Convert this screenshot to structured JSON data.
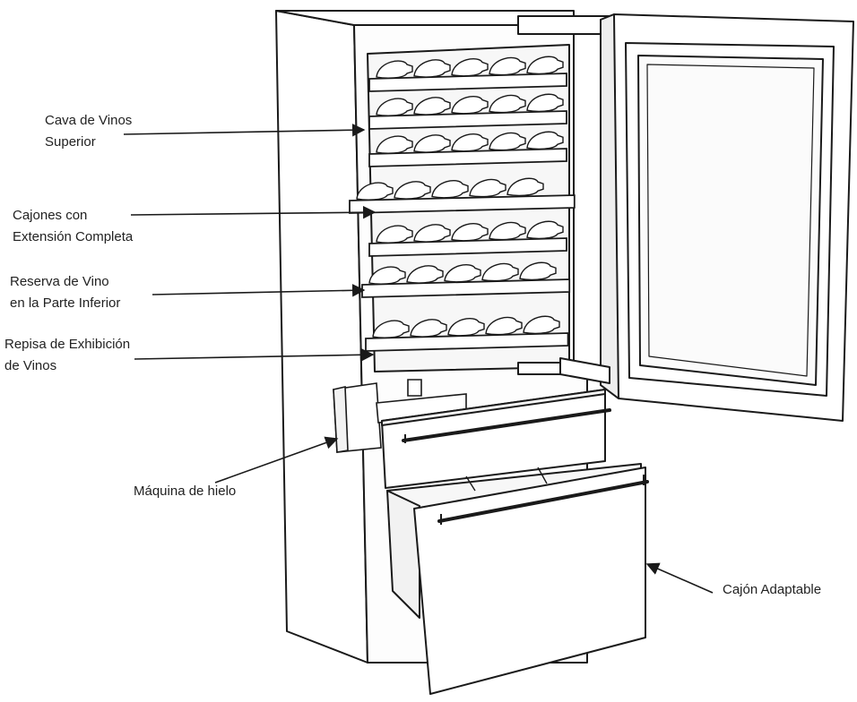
{
  "labels": {
    "upper_wine_cellar": {
      "line1": "Cava de Vinos",
      "line2": "Superior"
    },
    "full_extension_drawers": {
      "line1": "Cajones con",
      "line2": "Extensión Completa"
    },
    "lower_wine_reserve": {
      "line1": "Reserva de Vino",
      "line2": "en la Parte Inferior"
    },
    "wine_display_shelf": {
      "line1": "Repisa de Exhibición",
      "line2": "de Vinos"
    },
    "ice_maker": {
      "line1": "Máquina de hielo"
    },
    "adaptable_drawer": {
      "line1": "Cajón Adaptable"
    }
  },
  "colors": {
    "stroke": "#1a1a1a",
    "label_text": "#222222",
    "background": "#ffffff",
    "panel": "#f7f7f7"
  }
}
